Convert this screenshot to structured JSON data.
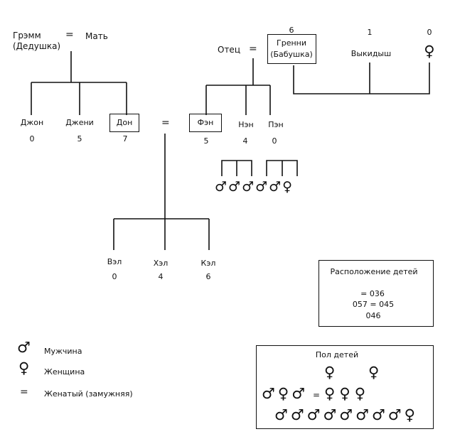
{
  "left_family": {
    "grandpa": "Грэмм",
    "grandpa_sub": "(Дедушка)",
    "eq": "=",
    "mother": "Мать",
    "children": [
      {
        "name": "Джон",
        "num": "0"
      },
      {
        "name": "Джени",
        "num": "5"
      },
      {
        "name": "Дон",
        "num": "7"
      }
    ]
  },
  "right_family": {
    "father": "Отец",
    "eq": "=",
    "grandma": "Гренни",
    "grandma_sub": "(Бабушка)",
    "grandma_num": "6",
    "miscarriage": "Выкидыш",
    "miscarriage_num": "1",
    "female_num": "0",
    "children": [
      {
        "name": "Фэн",
        "num": "5"
      },
      {
        "name": "Нэн",
        "num": "4"
      },
      {
        "name": "Пэн",
        "num": "0"
      }
    ]
  },
  "marriage_eq": "=",
  "grandchildren": [
    {
      "name": "Вэл",
      "num": "0"
    },
    {
      "name": "Хэл",
      "num": "4"
    },
    {
      "name": "Кэл",
      "num": "6"
    }
  ],
  "symbols": {
    "male": "♂",
    "female": "♀",
    "married": "="
  },
  "aunt_children": "♂♂♂♂♂♀",
  "positions_box": {
    "title": "Расположение детей",
    "line1": "= 036",
    "line2": "057 = 045",
    "line3": "046"
  },
  "legend": {
    "male_label": "Мужчина",
    "female_label": "Женщина",
    "married_label": "Женатый (замужняя)"
  },
  "sex_box": {
    "title": "Пол детей",
    "row1": "♀ ♀",
    "row2_left": "♂♀♂",
    "row2_eq": "=",
    "row2_right": "♀♀♀",
    "row3": "♂♂♂♂♂♂♂♂♀"
  }
}
